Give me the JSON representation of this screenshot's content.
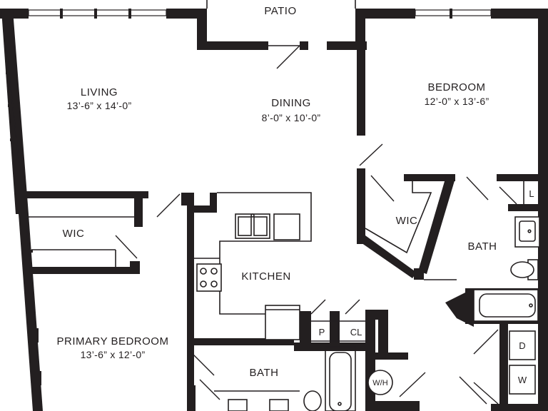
{
  "rooms": {
    "patio": {
      "name": "PATIO"
    },
    "living": {
      "name": "LIVING",
      "dims": "13’-6” x 14’-0”"
    },
    "dining": {
      "name": "DINING",
      "dims": "8’-0” x 10’-0”"
    },
    "bedroom": {
      "name": "BEDROOM",
      "dims": "12’-0” x 13’-6”"
    },
    "wic_left": {
      "name": "WIC"
    },
    "wic_right": {
      "name": "WIC"
    },
    "kitchen": {
      "name": "KITCHEN"
    },
    "bath_right": {
      "name": "BATH"
    },
    "bath_bottom": {
      "name": "BATH"
    },
    "primary_bedroom": {
      "name": "PRIMARY BEDROOM",
      "dims": "13’-6” x 12’-0”"
    }
  },
  "closets": {
    "linen": "L",
    "pantry": "P",
    "coat": "CL",
    "water_heater": "W/H",
    "dryer": "D",
    "washer": "W"
  }
}
